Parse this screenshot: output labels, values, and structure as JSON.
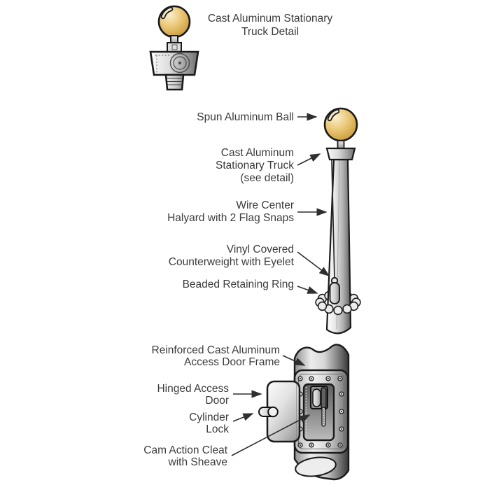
{
  "page": {
    "background": "#ffffff"
  },
  "detail_inset": {
    "title_line1": "Cast Aluminum Stationary",
    "title_line2": "Truck Detail"
  },
  "pole_labels": {
    "spun_ball": "Spun Aluminum Ball",
    "truck_line1": "Cast Aluminum",
    "truck_line2": "Stationary Truck",
    "truck_line3": "(see detail)",
    "halyard_line1": "Wire Center",
    "halyard_line2": "Halyard with 2 Flag Snaps",
    "counterweight_line1": "Vinyl Covered",
    "counterweight_line2": "Counterweight with Eyelet",
    "retaining_ring": "Beaded Retaining Ring"
  },
  "base_labels": {
    "door_frame_line1": "Reinforced Cast Aluminum",
    "door_frame_line2": "Access Door Frame",
    "access_door_line1": "Hinged Access",
    "access_door_line2": "Door",
    "lock_line1": "Cylinder",
    "lock_line2": "Lock",
    "cleat_line1": "Cam Action Cleat",
    "cleat_line2": "with Sheave"
  },
  "colors": {
    "text": "#3c3c3c",
    "outline": "#1a1a1a",
    "arrow": "#2f2f2f",
    "gold_light": "#F9EECC",
    "gold_mid": "#E8C472",
    "gold_dark": "#C1913A",
    "metal_light": "#F2F2F2",
    "metal_dark": "#5a5a5a",
    "background": "#ffffff"
  }
}
